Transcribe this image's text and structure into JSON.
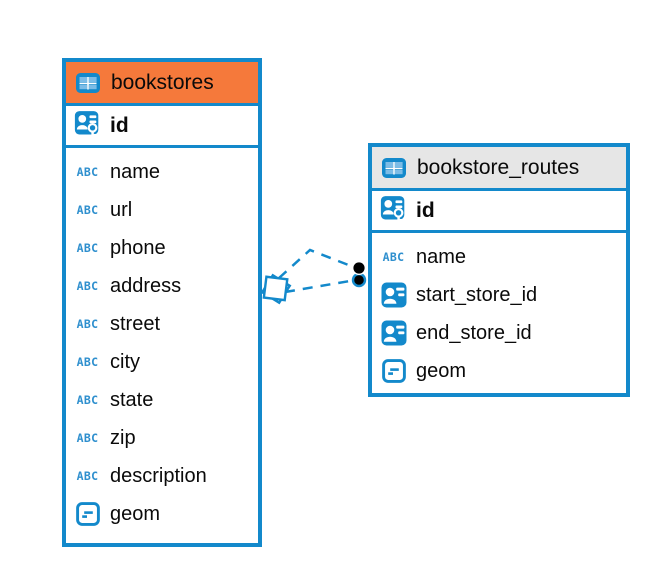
{
  "labels": {
    "abc": "ABC"
  },
  "colors": {
    "accent_blue": "#1389CB",
    "header_orange": "#F5793B",
    "header_gray": "#E6E6E6",
    "text": "#0a0a0a",
    "dot_black": "#000000",
    "background": "#FFFFFF"
  },
  "tables": [
    {
      "name": "bookstores",
      "header_color": "#F5793B",
      "primary_key": {
        "name": "id",
        "type": "primary-key"
      },
      "columns": [
        {
          "name": "name",
          "type": "text"
        },
        {
          "name": "url",
          "type": "text"
        },
        {
          "name": "phone",
          "type": "text"
        },
        {
          "name": "address",
          "type": "text"
        },
        {
          "name": "street",
          "type": "text"
        },
        {
          "name": "city",
          "type": "text"
        },
        {
          "name": "state",
          "type": "text"
        },
        {
          "name": "zip",
          "type": "text"
        },
        {
          "name": "description",
          "type": "text"
        },
        {
          "name": "geom",
          "type": "geometry"
        }
      ]
    },
    {
      "name": "bookstore_routes",
      "header_color": "#E6E6E6",
      "primary_key": {
        "name": "id",
        "type": "primary-key"
      },
      "columns": [
        {
          "name": "name",
          "type": "text"
        },
        {
          "name": "start_store_id",
          "type": "foreign-key"
        },
        {
          "name": "end_store_id",
          "type": "foreign-key"
        },
        {
          "name": "geom",
          "type": "geometry"
        }
      ]
    }
  ],
  "relationship": {
    "line_style": "dashed",
    "line_color": "#1389CB",
    "endpoint_count": 2,
    "source_marker": "overlapping-diamonds",
    "target_marker": "overlapping-dots"
  }
}
